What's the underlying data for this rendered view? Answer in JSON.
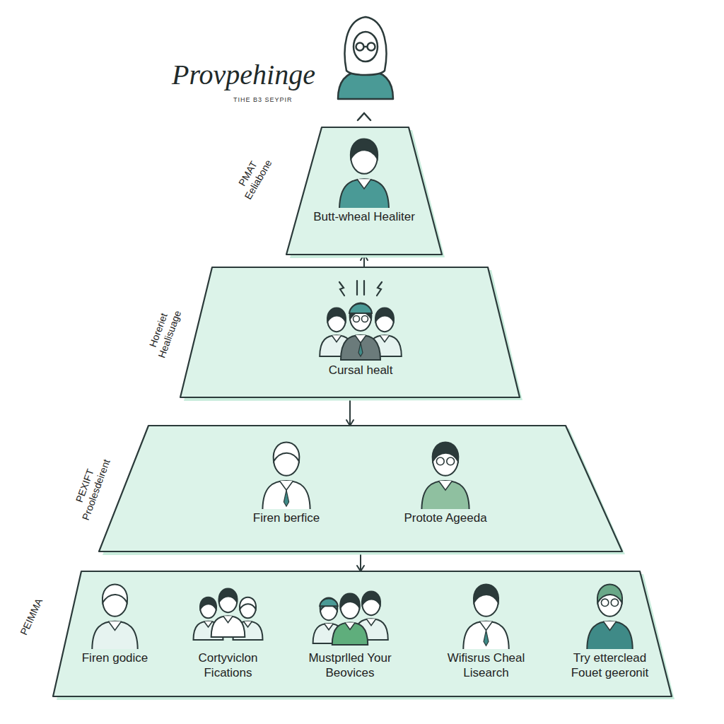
{
  "diagram": {
    "title": "Provpehinge",
    "nodes": [
      {
        "text": [
          "PMAT Eeliabone"
        ]
      },
      {
        "text": [
          "Butt-wheal Healiter"
        ],
        "in": 0
      },
      {
        "text": [
          "Horeriet Healisuage"
        ]
      },
      {
        "text": [
          "Cursal healt"
        ],
        "in": 2
      },
      {
        "text": [
          "PEXIFT Proolesdeirent"
        ]
      },
      {
        "text": [
          "Firen berfice"
        ],
        "in": 4
      },
      {
        "text": [
          "Protote Ageeda"
        ],
        "in": 4
      },
      {
        "text": [
          "PEIMMA"
        ]
      },
      {
        "text": [
          "Firen godice"
        ],
        "in": 7
      },
      {
        "text": [
          "Cortyviclon Fications"
        ],
        "in": 7
      },
      {
        "text": [
          "Mustprlled Your Beovices"
        ],
        "in": 7
      },
      {
        "text": [
          "Wifisrus Cheal Lisearch"
        ],
        "in": 7
      },
      {
        "text": [
          "Try etterclead Fouet geeronit"
        ],
        "in": 7
      }
    ],
    "edges": [
      {
        "from": 2,
        "to": 0,
        "arrow": "to"
      },
      {
        "from": 2,
        "to": 4,
        "arrow": "to"
      },
      {
        "from": 4,
        "to": 7,
        "arrow": "to"
      },
      {
        "from": 8,
        "to": 9,
        "arrow": "to"
      },
      {
        "from": 9,
        "to": 10,
        "arrow": "to"
      },
      {
        "from": 10,
        "to": 11,
        "arrow": "to"
      },
      {
        "from": 11,
        "to": 12,
        "arrow": "to"
      }
    ],
    "labels": [
      "TIHE B3 SEYPIR"
    ]
  }
}
